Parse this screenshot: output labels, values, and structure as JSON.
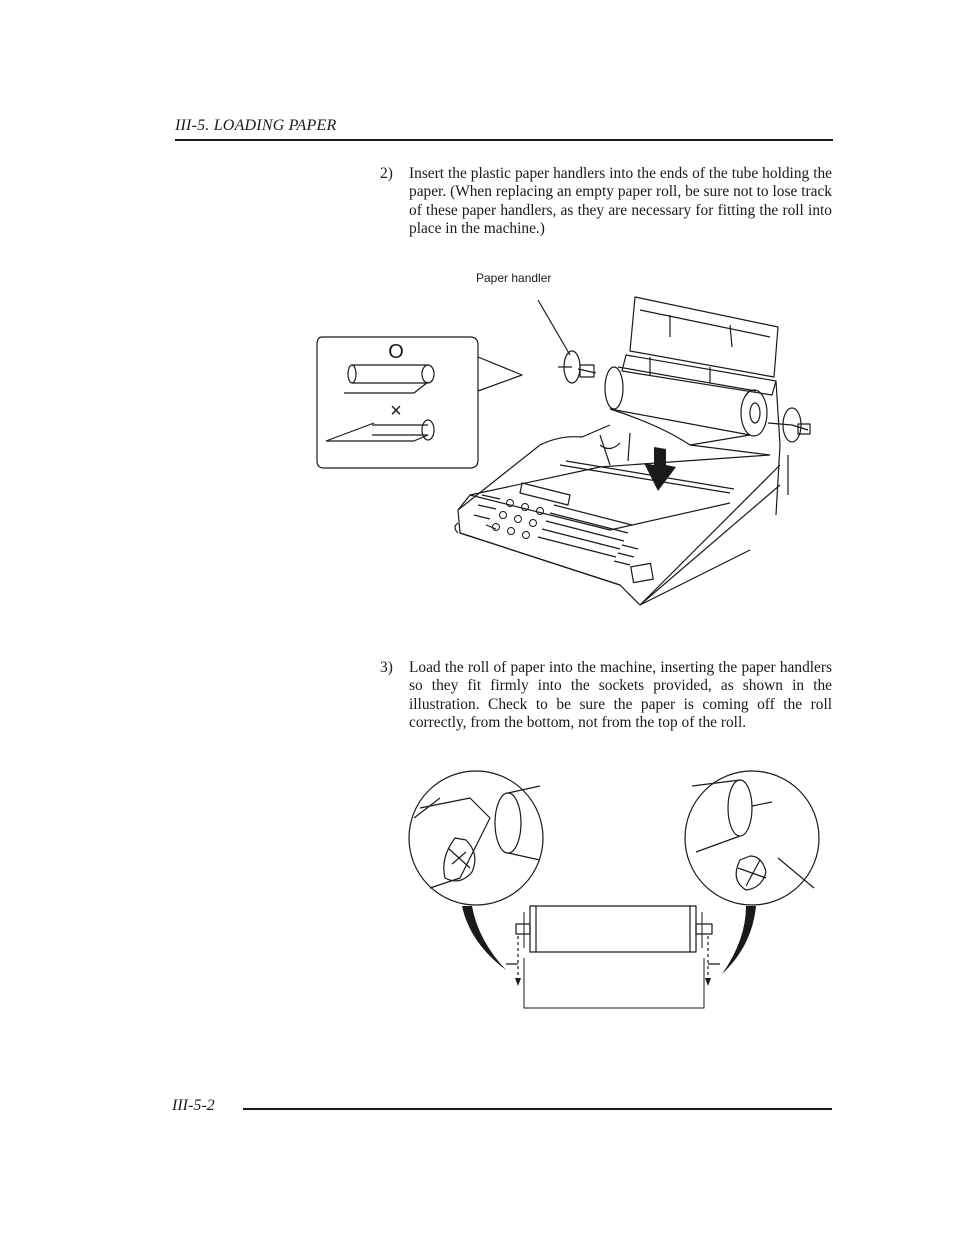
{
  "header": {
    "title": "III-5. LOADING PAPER"
  },
  "step2": {
    "number": "2)",
    "text": "Insert the plastic paper handlers into the ends of the tube holding the paper. (When replacing an empty paper roll, be sure not to lose track of these paper handlers, as they are necessary for fitting the roll into place in the machine.)"
  },
  "figure1": {
    "callout_label": "Paper handler",
    "correct_mark": "O",
    "incorrect_mark": "×"
  },
  "step3": {
    "number": "3)",
    "text": "Load the roll of paper into the machine, inserting the paper handlers so they fit firmly into the sockets provided, as shown in the illustration. Check to be sure the paper is coming off the roll correctly, from the bottom, not from the top of the roll."
  },
  "footer": {
    "page_number": "III-5-2"
  }
}
